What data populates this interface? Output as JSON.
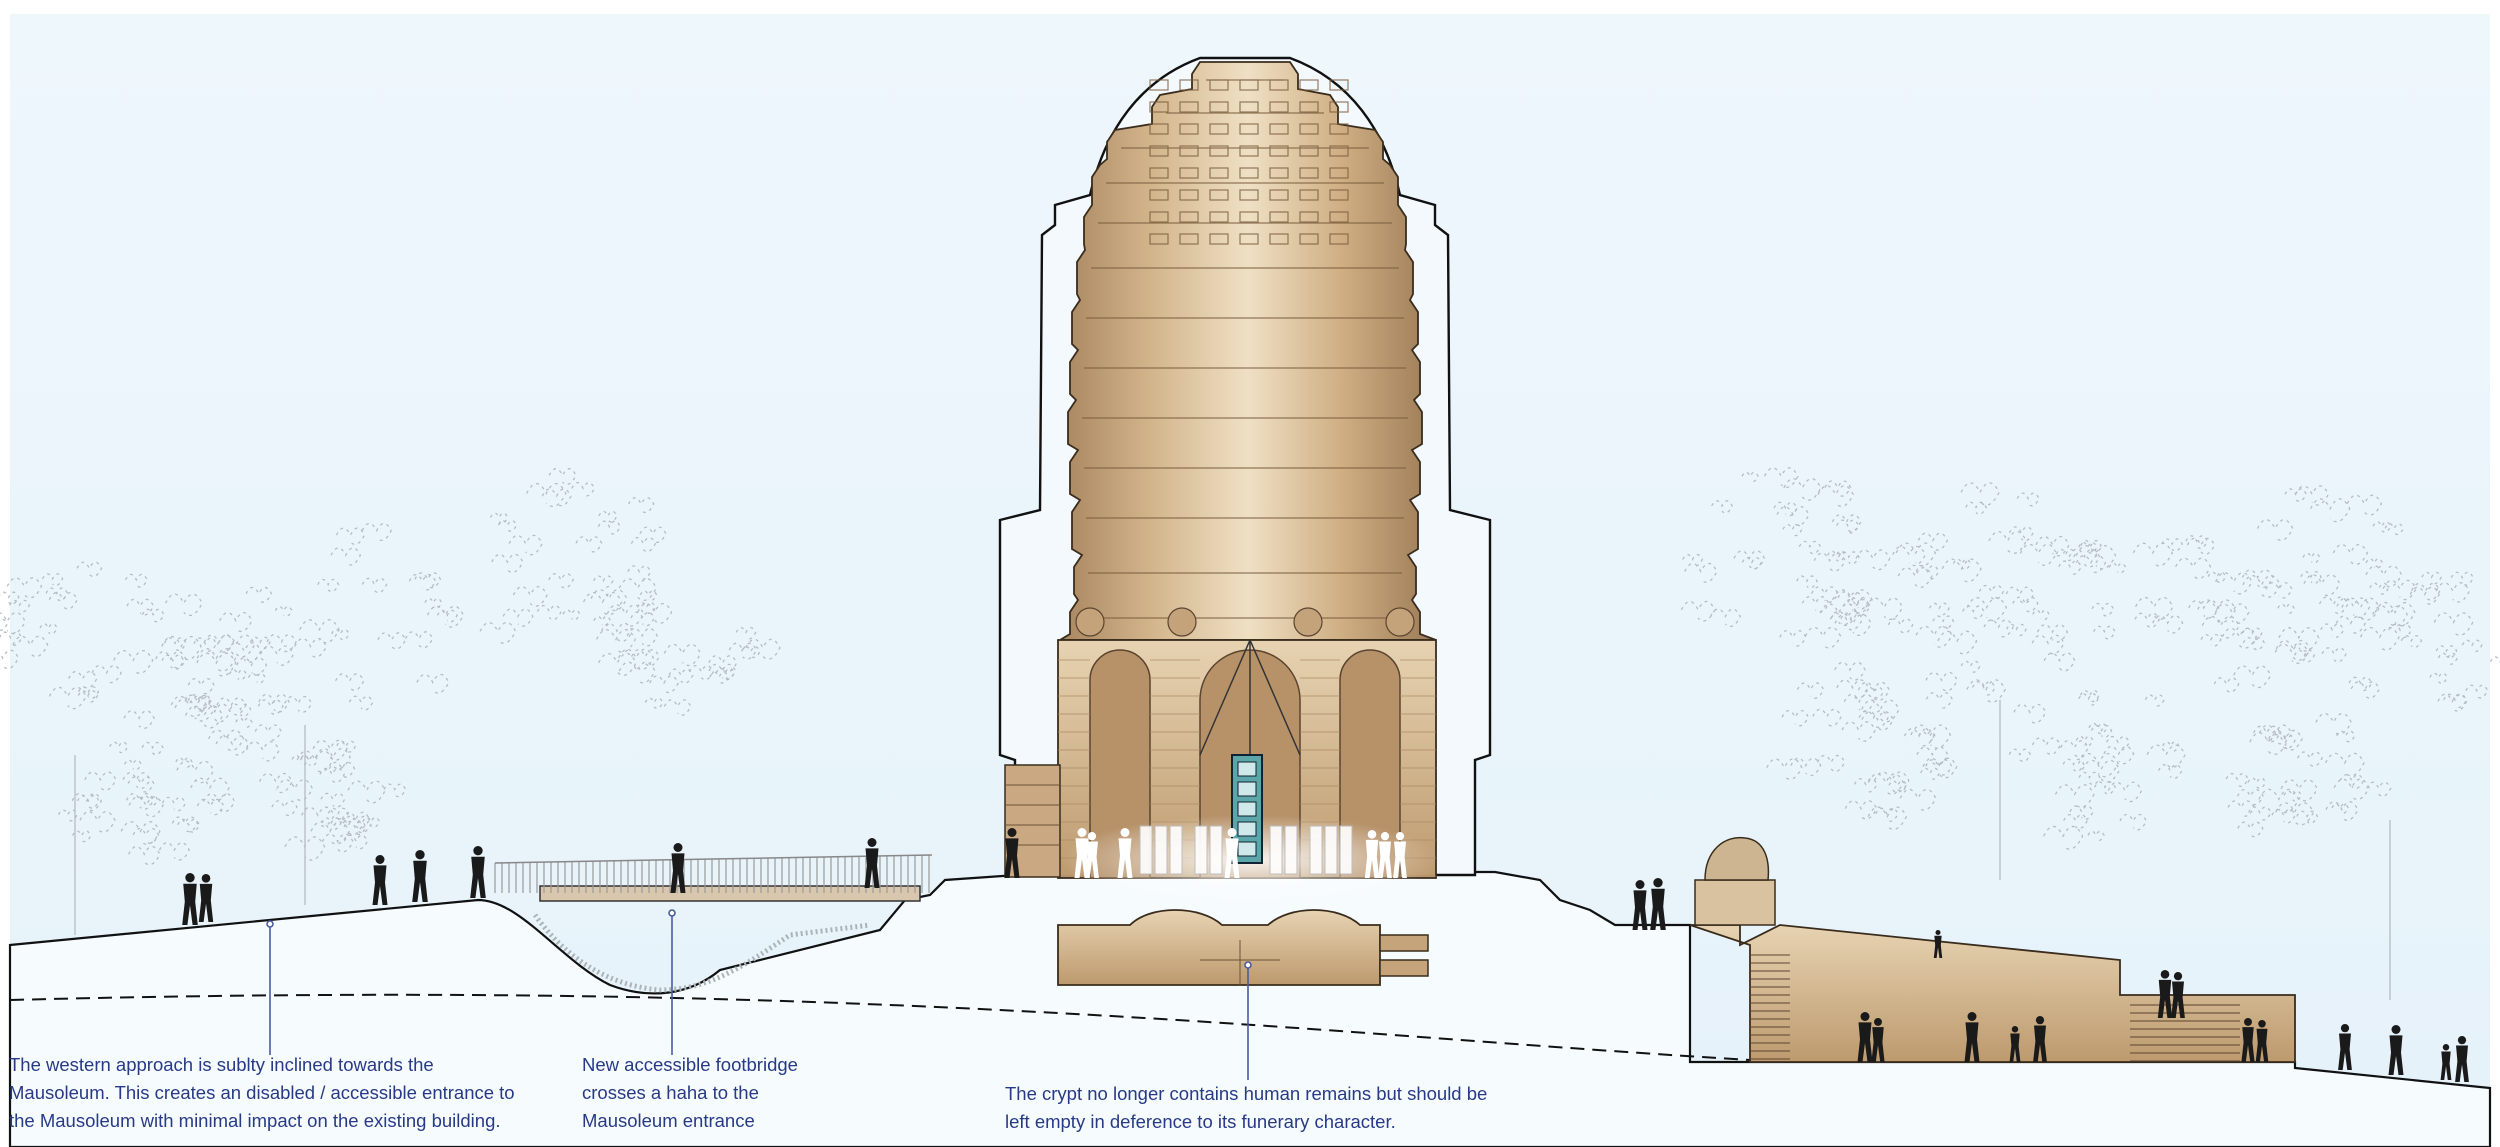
{
  "annotations": {
    "western_approach": {
      "lines": [
        "The western approach is sublty inclined towards the",
        "Mausoleum. This creates an disabled / accessible entrance to",
        "the Mausoleum with minimal impact on the existing building."
      ]
    },
    "footbridge": {
      "lines": [
        "New accessible footbridge",
        "crosses a haha to the",
        "Mausoleum entrance"
      ]
    },
    "crypt": {
      "lines": [
        "The crypt no longer contains human remains but should be",
        "left empty in deference to its funerary character."
      ]
    }
  },
  "colors": {
    "sky": "#edf6fc",
    "ground": "#f6fbfe",
    "stone_light": "#ead7b7",
    "stone_mid": "#c9a77b",
    "stone_dark": "#8a6a45",
    "caption_text": "#283a86",
    "leader_line": "#4a5d9e",
    "silhouette": "#1a1a1a",
    "foliage_outline": "#b9bfc6",
    "glass_panel": "#5aa6a8"
  },
  "icons": {
    "people": "person-silhouette-icon",
    "trees": "tree-outline-icon",
    "lion": "lion-statue-icon"
  }
}
